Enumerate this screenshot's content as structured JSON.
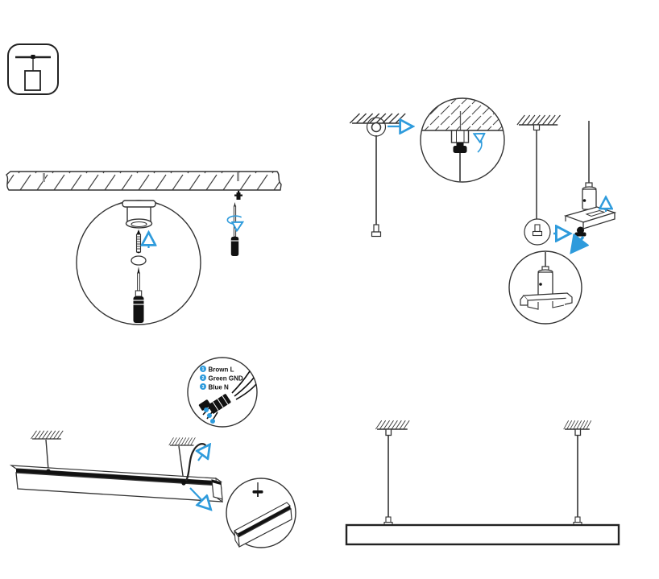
{
  "diagram": {
    "type": "installation-instructions",
    "subject": "linear-pendant-light"
  },
  "colors": {
    "line": "#333333",
    "black_fill": "#111111",
    "accent_blue": "#2e9bdc",
    "gray_mark": "#9a9a9a",
    "background": "#ffffff"
  },
  "legend": {
    "items": [
      {
        "num": "1",
        "wire": "Brown L"
      },
      {
        "num": "2",
        "wire": "Green GND"
      },
      {
        "num": "3",
        "wire": "Blue N"
      }
    ]
  },
  "icons": {
    "badge": "pendant-light-icon",
    "tools": [
      "screwdriver-icon",
      "expansion-screw-icon"
    ],
    "arrows": [
      "right-arrow-icon",
      "up-arrow-icon",
      "down-arrow-icon",
      "rotation-arrow-icon",
      "twist-arrow-icon"
    ]
  }
}
